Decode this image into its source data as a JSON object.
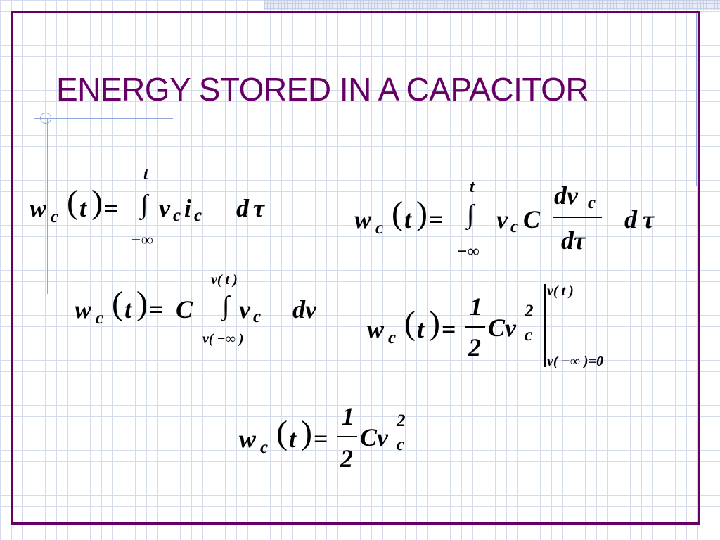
{
  "slide": {
    "title": "ENERGY STORED IN A CAPACITOR"
  },
  "colors": {
    "title": "#660066",
    "frame": "#660066",
    "grid": "#d3dbec",
    "accent_lines": "#8ea8d8"
  },
  "equations": {
    "eq1": {
      "w": "w",
      "c": "c",
      "lparen": "(",
      "t": "t",
      "rparen": ")",
      "equals": "=",
      "upper": "t",
      "integral": "∫",
      "v": "v",
      "vsub": "c",
      "i": "i",
      "isub": "c",
      "d": "d",
      "tau": "τ",
      "lower": "−∞"
    },
    "eq2": {
      "w": "w",
      "c": "c",
      "lparen": "(",
      "t": "t",
      "rparen": ")",
      "equals": "=",
      "upper": "t",
      "integral": "∫",
      "v": "v",
      "vsub": "c",
      "C": "C",
      "num": "dv",
      "numsub": "c",
      "den": "dτ",
      "d": "d",
      "tau": "τ",
      "lower": "−∞"
    },
    "eq3": {
      "w": "w",
      "c": "c",
      "lparen": "(",
      "t": "t",
      "rparen": ")",
      "equals": "=",
      "C": "C",
      "upper": "v( t )",
      "integral": "∫",
      "v": "v",
      "vsub": "c",
      "dv": "dv",
      "lower": "v( −∞ )"
    },
    "eq4": {
      "w": "w",
      "c": "c",
      "lparen": "(",
      "t": "t",
      "rparen": ")",
      "equals": "=",
      "num": "1",
      "den": "2",
      "Cv": "Cv",
      "sup": "2",
      "sub": "c",
      "upper": "v( t )",
      "lower": "v( −∞ )=0"
    },
    "eq5": {
      "w": "w",
      "c": "c",
      "lparen": "(",
      "t": "t",
      "rparen": ")",
      "equals": "=",
      "num": "1",
      "den": "2",
      "Cv": "Cv",
      "sup": "2",
      "sub": "c"
    }
  }
}
